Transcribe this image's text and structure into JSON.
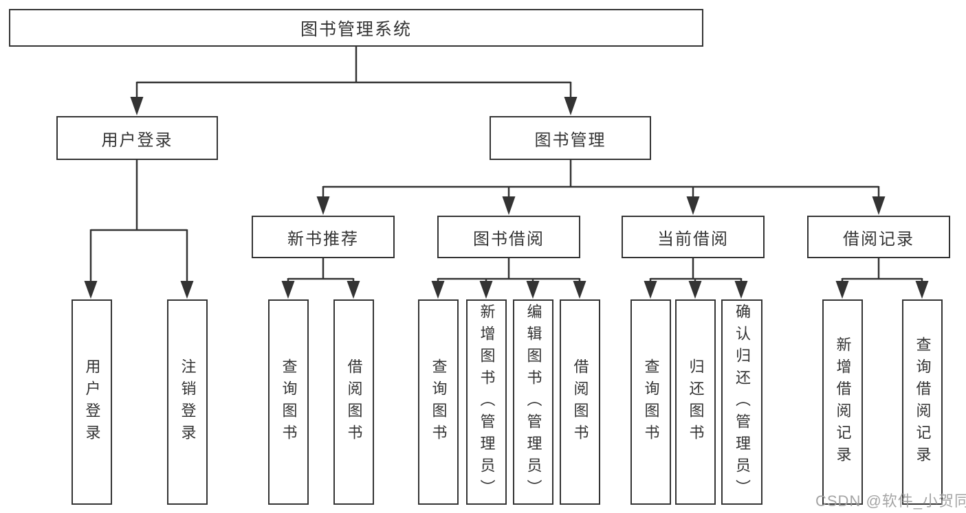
{
  "page": {
    "background_color": "#ffffff",
    "line_color": "#333333",
    "text_color": "#333333"
  },
  "tree": {
    "root": {
      "label": "图书管理系统"
    },
    "branches": [
      {
        "label": "用户登录",
        "leaves": [
          {
            "label": "用户登录"
          },
          {
            "label": "注销登录"
          }
        ]
      },
      {
        "label": "图书管理",
        "groups": [
          {
            "label": "新书推荐",
            "leaves": [
              {
                "label": "查询图书"
              },
              {
                "label": "借阅图书"
              }
            ]
          },
          {
            "label": "图书借阅",
            "leaves": [
              {
                "label": "查询图书"
              },
              {
                "label": "新增图书（管理员）"
              },
              {
                "label": "编辑图书（管理员）"
              },
              {
                "label": "借阅图书"
              }
            ]
          },
          {
            "label": "当前借阅",
            "leaves": [
              {
                "label": "查询图书"
              },
              {
                "label": "归还图书"
              },
              {
                "label": "确认归还（管理员）"
              }
            ]
          },
          {
            "label": "借阅记录",
            "leaves": [
              {
                "label": "新增借阅记录"
              },
              {
                "label": "查询借阅记录"
              }
            ]
          }
        ]
      }
    ]
  },
  "watermark": {
    "text": "CSDN @软件_小贺同学",
    "color": "#9b9b9b"
  }
}
